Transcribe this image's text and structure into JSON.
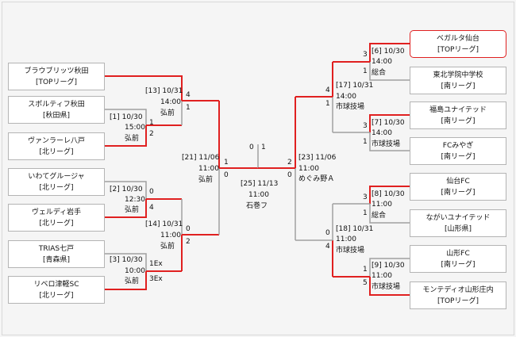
{
  "teams": [
    {
      "name": "ブラウブリッツ秋田",
      "league": "[TOPリーグ]"
    },
    {
      "name": "スポルティフ秋田",
      "league": "[秋田県]"
    },
    {
      "name": "ヴァンラーレ八戸",
      "league": "[北リーグ]"
    },
    {
      "name": "いわてグルージャ",
      "league": "[北リーグ]"
    },
    {
      "name": "ヴェルディ岩手",
      "league": "[北リーグ]"
    },
    {
      "name": "TRIAS七戸",
      "league": "[青森県]"
    },
    {
      "name": "リベロ津軽SC",
      "league": "[北リーグ]"
    },
    {
      "name": "ベガルタ仙台",
      "league": "[TOPリーグ]"
    },
    {
      "name": "東北学院中学校",
      "league": "[南リーグ]"
    },
    {
      "name": "福島ユナイテッド",
      "league": "[南リーグ]"
    },
    {
      "name": "FCみやぎ",
      "league": "[南リーグ]"
    },
    {
      "name": "仙台FC",
      "league": "[南リーグ]"
    },
    {
      "name": "ながいユナイテッド",
      "league": "[山形県]"
    },
    {
      "name": "山形FC",
      "league": "[南リーグ]"
    },
    {
      "name": "モンテディオ山形庄内",
      "league": "[TOPリーグ]"
    }
  ],
  "matches": [
    {
      "no": "[1]",
      "date": "10/30",
      "time": "15:00",
      "venue": "弘前"
    },
    {
      "no": "[2]",
      "date": "10/30",
      "time": "12:30",
      "venue": "弘前"
    },
    {
      "no": "[3]",
      "date": "10/30",
      "time": "10:00",
      "venue": "弘前"
    },
    {
      "no": "[13]",
      "date": "10/31",
      "time": "14:00",
      "venue": "弘前"
    },
    {
      "no": "[14]",
      "date": "10/31",
      "time": "11:00",
      "venue": "弘前"
    },
    {
      "no": "[21]",
      "date": "11/06",
      "time": "11:00",
      "venue": "弘前"
    },
    {
      "no": "[6]",
      "date": "10/30",
      "time": "14:00",
      "venue": "総合"
    },
    {
      "no": "[7]",
      "date": "10/30",
      "time": "14:00",
      "venue": "市球技場"
    },
    {
      "no": "[8]",
      "date": "10/30",
      "time": "11:00",
      "venue": "総合"
    },
    {
      "no": "[9]",
      "date": "10/30",
      "time": "11:00",
      "venue": "市球技場"
    },
    {
      "no": "[17]",
      "date": "10/31",
      "time": "14:00",
      "venue": "市球技場"
    },
    {
      "no": "[18]",
      "date": "10/31",
      "time": "11:00",
      "venue": "市球技場"
    },
    {
      "no": "[23]",
      "date": "11/06",
      "time": "11:00",
      "venue": "めぐみ野Ａ"
    },
    {
      "no": "[25]",
      "date": "11/13",
      "time": "11:00",
      "venue": "石巻フ"
    }
  ],
  "scores": {
    "m1_top": "1",
    "m1_bot": "2",
    "m2_top": "0",
    "m2_bot": "4",
    "m3_top": "1Ex",
    "m3_bot": "3Ex",
    "m13_top": "4",
    "m13_bot": "1",
    "m14_top": "0",
    "m14_bot": "2",
    "m21_top": "1",
    "m21_bot": "0",
    "m6_top": "3",
    "m6_bot": "1",
    "m7_top": "3",
    "m7_bot": "1",
    "m8_top": "3",
    "m8_bot": "1",
    "m9_top": "1",
    "m9_bot": "5",
    "m17_top": "4",
    "m17_bot": "1",
    "m18_top": "0",
    "m18_bot": "4",
    "m23_top": "2",
    "m23_bot": "0",
    "final_left": "0",
    "final_right": "1"
  },
  "colors": {
    "winner_line": "#e02020",
    "line": "#a0a0a0"
  }
}
